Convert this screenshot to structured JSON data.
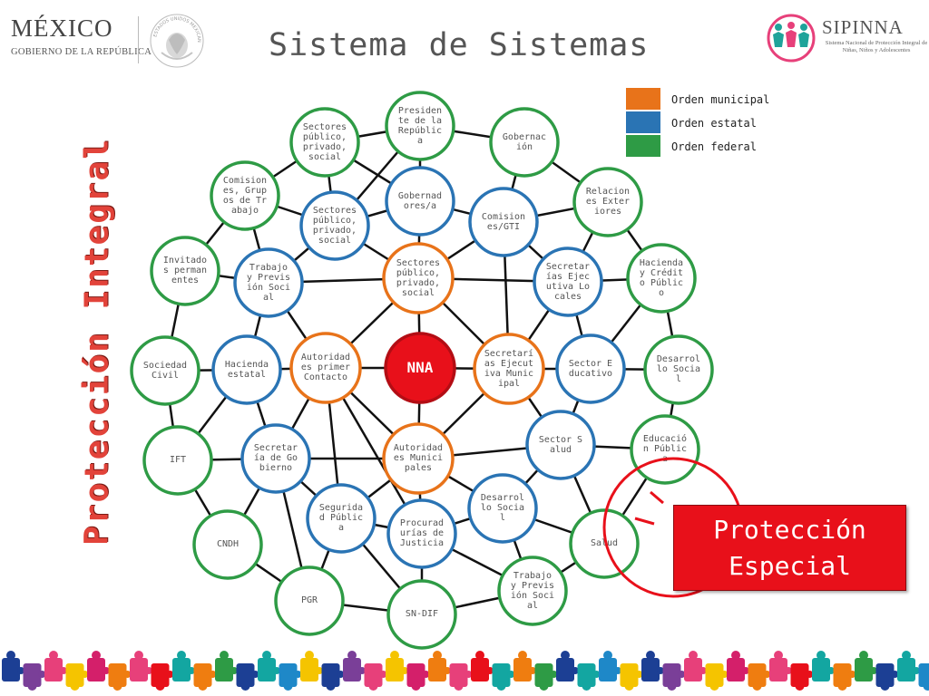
{
  "header": {
    "country": "MÉXICO",
    "government": "GOBIERNO DE LA REPÚBLICA",
    "seal_text": "ESTADOS UNIDOS MEXICANOS",
    "title": "Sistema de Sistemas",
    "sipinna": {
      "name": "SIPINNA",
      "subtitle": "Sistema Nacional de Protección Integral de Niñas, Niños y Adolescentes"
    }
  },
  "vertical_title": "Protección Integral",
  "legend": [
    {
      "label": "Orden municipal",
      "color": "#e8731a"
    },
    {
      "label": "Orden estatal",
      "color": "#2a74b4"
    },
    {
      "label": "Orden federal",
      "color": "#2e9b45"
    }
  ],
  "special_box": "Protección Especial",
  "colors": {
    "municipal": "#e8731a",
    "estatal": "#2a74b4",
    "federal": "#2e9b45",
    "center": "#e8101a"
  },
  "nodes": [
    {
      "id": "nna",
      "label": "NNA",
      "level": "center"
    },
    {
      "id": "m1",
      "label": "Sectores público, privado, social",
      "level": "municipal"
    },
    {
      "id": "m2",
      "label": "Secretarías Ejecutiva Municipal",
      "level": "municipal"
    },
    {
      "id": "m3",
      "label": "Autoridades Municipales",
      "level": "municipal"
    },
    {
      "id": "m4",
      "label": "Autoridades primer Contacto",
      "level": "municipal"
    },
    {
      "id": "e1",
      "label": "Gobernadores/a",
      "level": "estatal"
    },
    {
      "id": "e2",
      "label": "Comisiones/GTI",
      "level": "estatal"
    },
    {
      "id": "e3",
      "label": "Secretarías Ejecutiva Locales",
      "level": "estatal"
    },
    {
      "id": "e4",
      "label": "Sector Educativo",
      "level": "estatal"
    },
    {
      "id": "e5",
      "label": "Sector Salud",
      "level": "estatal"
    },
    {
      "id": "e6",
      "label": "Desarrollo Social",
      "level": "estatal"
    },
    {
      "id": "e7",
      "label": "Procuradurías de Justicia",
      "level": "estatal"
    },
    {
      "id": "e8",
      "label": "Seguridad Pública",
      "level": "estatal"
    },
    {
      "id": "e9",
      "label": "Secretaría de Gobierno",
      "level": "estatal"
    },
    {
      "id": "e10",
      "label": "Hacienda estatal",
      "level": "estatal"
    },
    {
      "id": "e11",
      "label": "Trabajo y Previsión Social",
      "level": "estatal"
    },
    {
      "id": "e12",
      "label": "Sectores público, privado, social",
      "level": "estatal"
    },
    {
      "id": "f1",
      "label": "Presidente de la República",
      "level": "federal"
    },
    {
      "id": "f2",
      "label": "Gobernación",
      "level": "federal"
    },
    {
      "id": "f3",
      "label": "Relaciones Exteriores",
      "level": "federal"
    },
    {
      "id": "f4",
      "label": "Hacienda y Crédito Público",
      "level": "federal"
    },
    {
      "id": "f5",
      "label": "Desarrollo Social",
      "level": "federal"
    },
    {
      "id": "f6",
      "label": "Educación Pública",
      "level": "federal"
    },
    {
      "id": "f7",
      "label": "Salud",
      "level": "federal"
    },
    {
      "id": "f8",
      "label": "Trabajo y Previsión Social",
      "level": "federal"
    },
    {
      "id": "f9",
      "label": "SN-DIF",
      "level": "federal"
    },
    {
      "id": "f10",
      "label": "PGR",
      "level": "federal"
    },
    {
      "id": "f11",
      "label": "CNDH",
      "level": "federal"
    },
    {
      "id": "f12",
      "label": "IFT",
      "level": "federal"
    },
    {
      "id": "f13",
      "label": "Sociedad Civil",
      "level": "federal"
    },
    {
      "id": "f14",
      "label": "Invitados permanentes",
      "level": "federal"
    },
    {
      "id": "f15",
      "label": "Comisiones, Grupos de Trabajo",
      "level": "federal"
    },
    {
      "id": "f16",
      "label": "Sectores público, privado, social",
      "level": "federal"
    }
  ],
  "edges": [
    [
      "nna",
      "m1"
    ],
    [
      "nna",
      "m2"
    ],
    [
      "nna",
      "m3"
    ],
    [
      "nna",
      "m4"
    ],
    [
      "m1",
      "m2"
    ],
    [
      "m2",
      "m3"
    ],
    [
      "m3",
      "m4"
    ],
    [
      "m4",
      "m1"
    ],
    [
      "m1",
      "e1"
    ],
    [
      "m1",
      "e2"
    ],
    [
      "m1",
      "e3"
    ],
    [
      "m1",
      "e11"
    ],
    [
      "m1",
      "e12"
    ],
    [
      "m2",
      "e3"
    ],
    [
      "m2",
      "e4"
    ],
    [
      "m2",
      "e5"
    ],
    [
      "m2",
      "e2"
    ],
    [
      "m3",
      "e5"
    ],
    [
      "m3",
      "e6"
    ],
    [
      "m3",
      "e7"
    ],
    [
      "m3",
      "e8"
    ],
    [
      "m3",
      "e9"
    ],
    [
      "m4",
      "e8"
    ],
    [
      "m4",
      "e9"
    ],
    [
      "m4",
      "e10"
    ],
    [
      "m4",
      "e11"
    ],
    [
      "m4",
      "e7"
    ],
    [
      "e1",
      "e2"
    ],
    [
      "e2",
      "e3"
    ],
    [
      "e3",
      "e4"
    ],
    [
      "e4",
      "e5"
    ],
    [
      "e5",
      "e6"
    ],
    [
      "e6",
      "e7"
    ],
    [
      "e7",
      "e8"
    ],
    [
      "e8",
      "e9"
    ],
    [
      "e9",
      "e10"
    ],
    [
      "e10",
      "e11"
    ],
    [
      "e11",
      "e12"
    ],
    [
      "e12",
      "e1"
    ],
    [
      "f1",
      "f2"
    ],
    [
      "f2",
      "f3"
    ],
    [
      "f3",
      "f4"
    ],
    [
      "f4",
      "f5"
    ],
    [
      "f5",
      "f6"
    ],
    [
      "f6",
      "f7"
    ],
    [
      "f7",
      "f8"
    ],
    [
      "f8",
      "f9"
    ],
    [
      "f9",
      "f10"
    ],
    [
      "f10",
      "f11"
    ],
    [
      "f11",
      "f12"
    ],
    [
      "f12",
      "f13"
    ],
    [
      "f13",
      "f14"
    ],
    [
      "f14",
      "f15"
    ],
    [
      "f15",
      "f16"
    ],
    [
      "f16",
      "f1"
    ],
    [
      "e1",
      "f1"
    ],
    [
      "e1",
      "f16"
    ],
    [
      "e2",
      "f2"
    ],
    [
      "e2",
      "f3"
    ],
    [
      "e3",
      "f3"
    ],
    [
      "e3",
      "f4"
    ],
    [
      "e4",
      "f5"
    ],
    [
      "e4",
      "f4"
    ],
    [
      "e5",
      "f6"
    ],
    [
      "e5",
      "f7"
    ],
    [
      "e6",
      "f7"
    ],
    [
      "e6",
      "f8"
    ],
    [
      "e7",
      "f8"
    ],
    [
      "e7",
      "f9"
    ],
    [
      "e8",
      "f9"
    ],
    [
      "e8",
      "f10"
    ],
    [
      "e9",
      "f10"
    ],
    [
      "e9",
      "f11"
    ],
    [
      "e9",
      "f12"
    ],
    [
      "e10",
      "f12"
    ],
    [
      "e10",
      "f13"
    ],
    [
      "e11",
      "f14"
    ],
    [
      "e11",
      "f15"
    ],
    [
      "e12",
      "f15"
    ],
    [
      "e12",
      "f16"
    ],
    [
      "f1",
      "e12"
    ]
  ]
}
